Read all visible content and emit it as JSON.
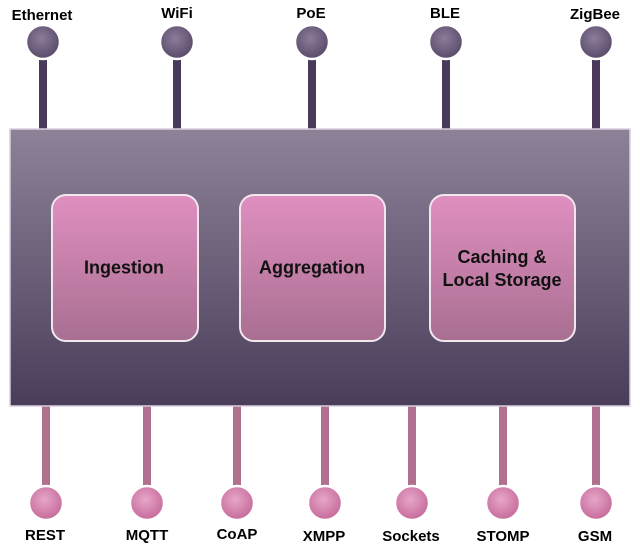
{
  "top_connectors": [
    {
      "label": "Ethernet"
    },
    {
      "label": "WiFi"
    },
    {
      "label": "PoE"
    },
    {
      "label": "BLE"
    },
    {
      "label": "ZigBee"
    }
  ],
  "bottom_connectors": [
    {
      "label": "REST"
    },
    {
      "label": "MQTT"
    },
    {
      "label": "CoAP"
    },
    {
      "label": "XMPP"
    },
    {
      "label": "Sockets"
    },
    {
      "label": "STOMP"
    },
    {
      "label": "GSM"
    }
  ],
  "modules": [
    {
      "lines": [
        "Ingestion"
      ]
    },
    {
      "lines": [
        "Aggregation"
      ]
    },
    {
      "lines": [
        "Caching &",
        "Local Storage"
      ]
    }
  ],
  "colors": {
    "top_stem": "#4a3a5a",
    "bottom_stem": "#b0708f",
    "top_node": "#5a4a6a",
    "bottom_node": "#c56a9a",
    "gateway_top": "#8e8298",
    "gateway_bottom": "#4a3d5a",
    "module_top": "#e08fbf",
    "module_bottom": "#a86f92"
  }
}
